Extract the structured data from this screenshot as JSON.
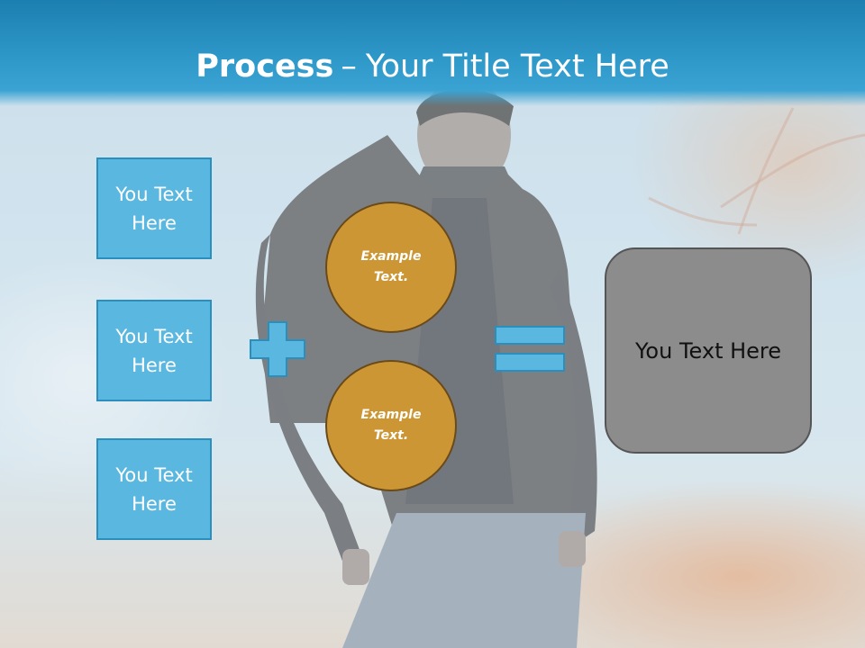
{
  "slide": {
    "title_bold": "Process",
    "title_separator": "–",
    "title_rest": "Your Title Text Here"
  },
  "left_boxes": [
    {
      "label": "You Text Here"
    },
    {
      "label": "You Text Here"
    },
    {
      "label": "You Text Here"
    }
  ],
  "circles": [
    {
      "label": "Example Text."
    },
    {
      "label": "Example Text."
    }
  ],
  "operators": {
    "plus_icon": "plus-icon",
    "equals_icon": "equals-icon"
  },
  "result_box": {
    "label": "You Text Here"
  },
  "colors": {
    "title_bar": "#2e98c9",
    "box_fill": "#5ab7e0",
    "box_border": "#2b8fbe",
    "circle_fill": "#cc9635",
    "circle_border": "#6a4a19",
    "result_fill": "#8c8c8c",
    "operator_fill": "#5ab7e0"
  }
}
